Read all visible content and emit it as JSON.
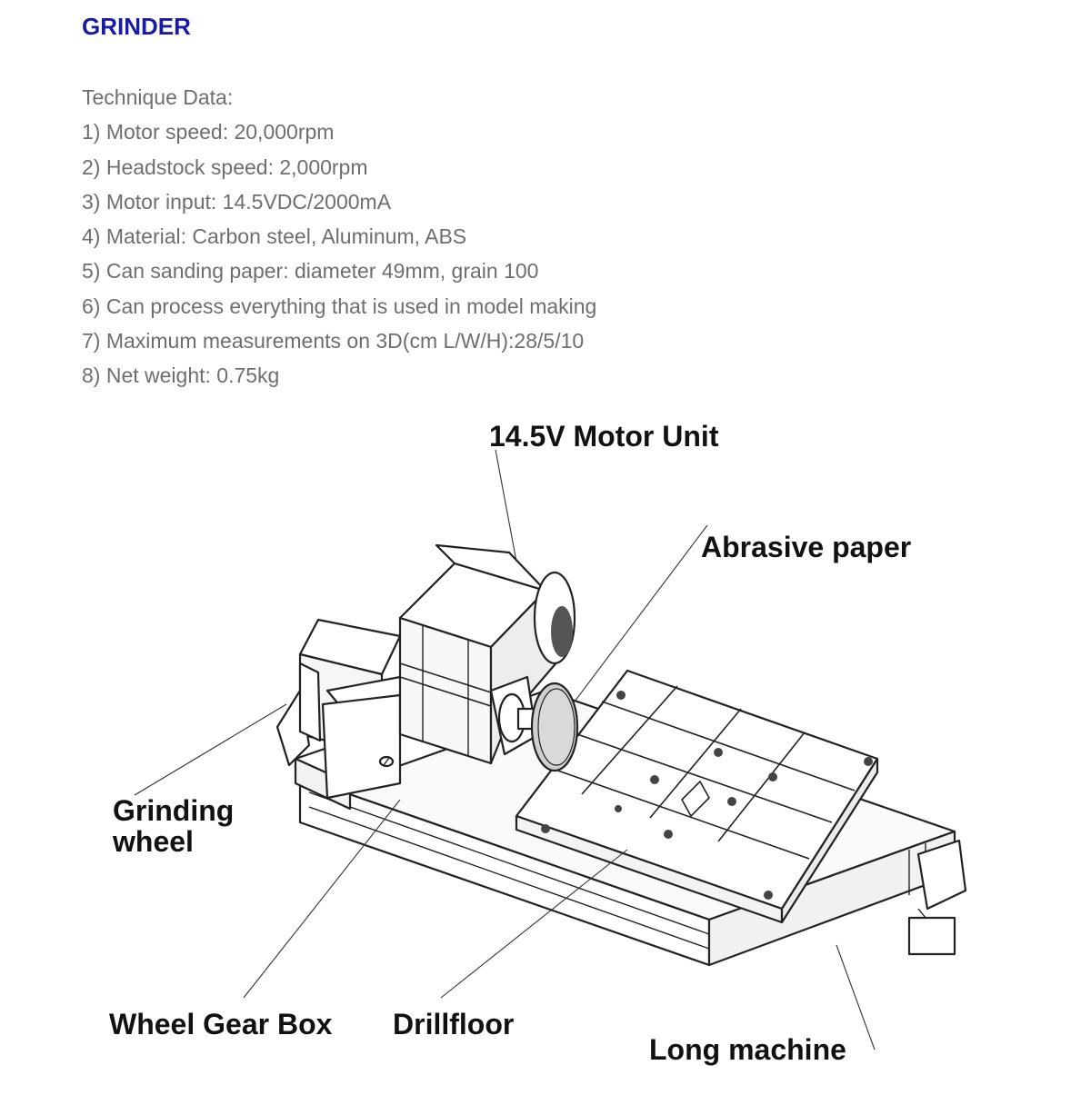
{
  "title": "GRINDER",
  "specs": {
    "heading": "Technique Data:",
    "items": [
      "1) Motor speed: 20,000rpm",
      "2) Headstock speed: 2,000rpm",
      "3) Motor input: 14.5VDC/2000mA",
      "4) Material: Carbon steel, Aluminum, ABS",
      "5) Can sanding paper: diameter 49mm, grain 100",
      "6) Can process everything that is used in model making",
      "7) Maximum measurements on 3D(cm L/W/H):28/5/10",
      "8) Net weight: 0.75kg"
    ]
  },
  "diagram": {
    "labels": {
      "motor_unit": "14.5V Motor Unit",
      "abrasive_paper": "Abrasive paper",
      "grinding_wheel_line1": "Grinding",
      "grinding_wheel_line2": "wheel",
      "wheel_gear_box": "Wheel Gear Box",
      "drillfloor": "Drillfloor",
      "long_machine": "Long machine"
    }
  }
}
